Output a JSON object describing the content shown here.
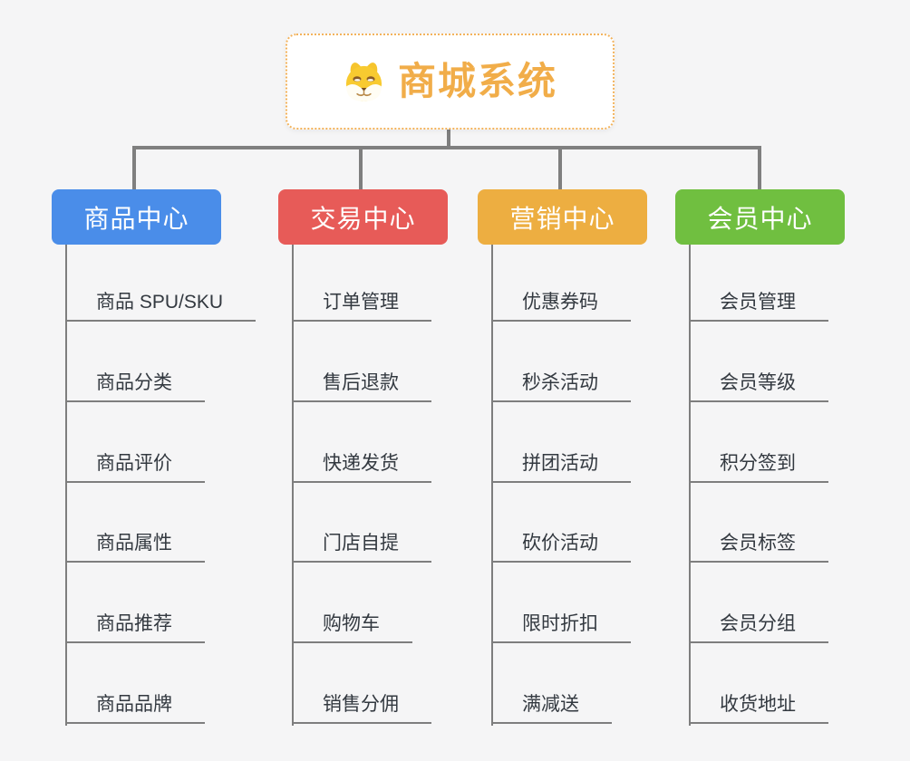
{
  "root": {
    "title": "商城系统",
    "icon": "dog-face-icon"
  },
  "branches": [
    {
      "label": "商品中心",
      "color": "#4A8DE9",
      "items": [
        "商品 SPU/SKU",
        "商品分类",
        "商品评价",
        "商品属性",
        "商品推荐",
        "商品品牌"
      ]
    },
    {
      "label": "交易中心",
      "color": "#E75B58",
      "items": [
        "订单管理",
        "售后退款",
        "快递发货",
        "门店自提",
        "购物车",
        "销售分佣"
      ]
    },
    {
      "label": "营销中心",
      "color": "#EDAE41",
      "items": [
        "优惠券码",
        "秒杀活动",
        "拼团活动",
        "砍价活动",
        "限时折扣",
        "满减送"
      ]
    },
    {
      "label": "会员中心",
      "color": "#70BF40",
      "items": [
        "会员管理",
        "会员等级",
        "积分签到",
        "会员标签",
        "会员分组",
        "收货地址"
      ]
    }
  ],
  "colors": {
    "background": "#F5F5F6",
    "connector": "#7E7E7E",
    "root_text": "#F1AD49",
    "root_border": "#F3B35C",
    "item_text": "#333940"
  }
}
